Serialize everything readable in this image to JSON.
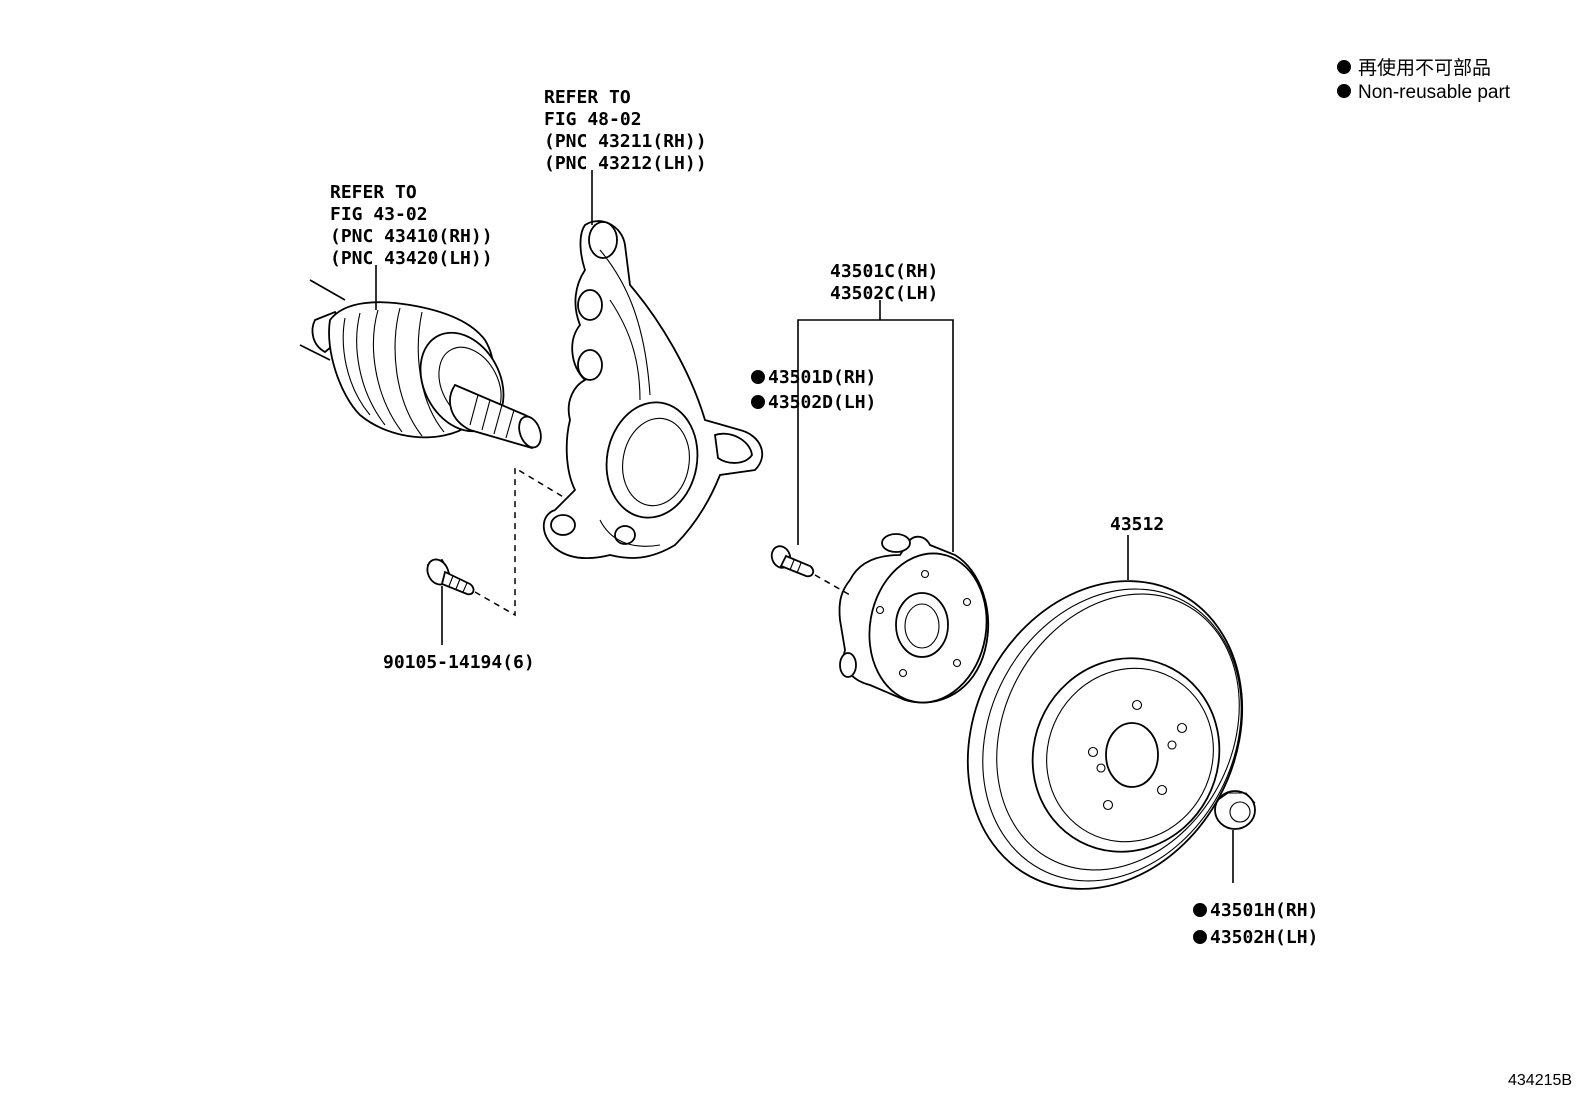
{
  "legend": {
    "line1": "再使用不可部品",
    "line2": "Non-reusable part"
  },
  "callouts": {
    "knuckle": [
      "REFER TO",
      "FIG 48-02",
      "(PNC 43211(RH))",
      "(PNC 43212(LH))"
    ],
    "driveshaft": [
      "REFER TO",
      "FIG 43-02",
      "(PNC 43410(RH))",
      "(PNC 43420(LH))"
    ],
    "hub": [
      "43501C(RH)",
      "43502C(LH)"
    ],
    "hub_bolt": [
      "43501D(RH)",
      "43502D(LH)"
    ],
    "rotor": "43512",
    "knuckle_bolt": "90105-14194(6)",
    "hub_nut": [
      "43501H(RH)",
      "43502H(LH)"
    ]
  },
  "ref_number": "434215B"
}
